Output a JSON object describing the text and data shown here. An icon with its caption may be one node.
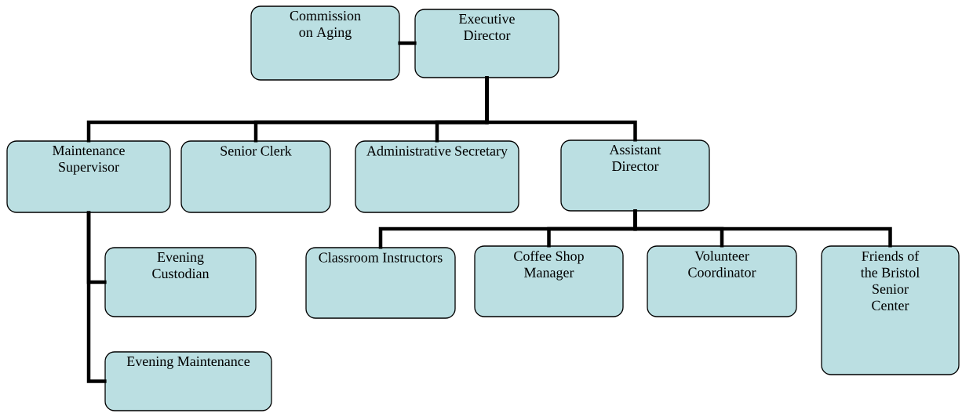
{
  "diagram": {
    "nodes": [
      {
        "text": [
          "Commission on Aging"
        ]
      },
      {
        "text": [
          "Executive Director"
        ]
      },
      {
        "text": [
          "Maintenance Supervisor"
        ]
      },
      {
        "text": [
          "Senior Clerk"
        ]
      },
      {
        "text": [
          "Administrative Secretary"
        ]
      },
      {
        "text": [
          "Assistant Director"
        ]
      },
      {
        "text": [
          "Evening Custodian"
        ]
      },
      {
        "text": [
          "Evening Maintenance"
        ]
      },
      {
        "text": [
          "Classroom Instructors"
        ]
      },
      {
        "text": [
          "Coffee Shop Manager"
        ]
      },
      {
        "text": [
          "Volunteer Coordinator"
        ]
      },
      {
        "text": [
          "Friends of the Bristol Senior Center"
        ]
      }
    ],
    "edges": [
      {
        "from": 0,
        "to": 1,
        "arrow": "none"
      },
      {
        "from": 1,
        "to": 2,
        "arrow": "none"
      },
      {
        "from": 1,
        "to": 3,
        "arrow": "none"
      },
      {
        "from": 1,
        "to": 4,
        "arrow": "none"
      },
      {
        "from": 1,
        "to": 5,
        "arrow": "none"
      },
      {
        "from": 2,
        "to": 6,
        "arrow": "none"
      },
      {
        "from": 2,
        "to": 7,
        "arrow": "none"
      },
      {
        "from": 5,
        "to": 8,
        "arrow": "none"
      },
      {
        "from": 5,
        "to": 9,
        "arrow": "none"
      },
      {
        "from": 5,
        "to": 10,
        "arrow": "none"
      },
      {
        "from": 5,
        "to": 11,
        "arrow": "none"
      }
    ]
  }
}
